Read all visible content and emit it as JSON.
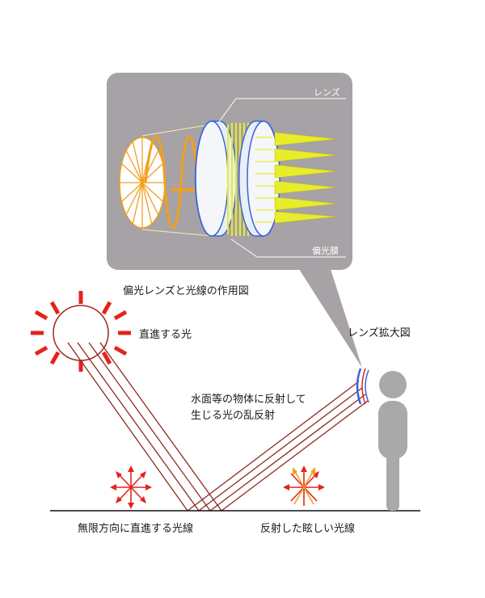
{
  "labels": {
    "lens": "レンズ",
    "polarizing_film": "偏光膜",
    "inset_caption": "偏光レンズと光線の作用図",
    "direct_light": "直進する光",
    "lens_zoom": "レンズ拡大図",
    "reflection_line1": "水面等の物体に反射して",
    "reflection_line2": "生じる光の乱反射",
    "omni_direct": "無限方向に直進する光線",
    "glare": "反射した眩しい光線"
  },
  "colors": {
    "inset_bg": "#a6a2a6",
    "sun_ring": "#a0291e",
    "sun_rays": "#e3241b",
    "light_ray": "#8e2a1f",
    "orange": "#f0a01e",
    "yellow": "#e8ec2a",
    "person": "#a9a9a9",
    "lens_blue": "#3a63d8"
  }
}
